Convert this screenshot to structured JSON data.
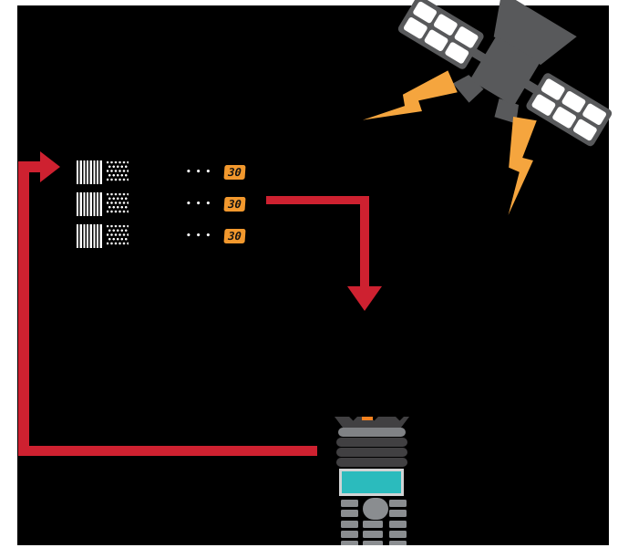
{
  "diagram": {
    "type": "satellite-communication-figure",
    "background": "#000000",
    "margin_color": "#ffffff"
  },
  "colors": {
    "arrow_red": "#ce2130",
    "signal_orange": "#f5a53e",
    "badge_orange": "#f2982d",
    "satellite_gray": "#58595b",
    "phone_dark": "#414042",
    "phone_light_bar": "#808285",
    "key_gray": "#8a8d90",
    "screen_teal": "#2bbbbd",
    "screen_frame": "#d1d3d4",
    "code_white": "#ffffff",
    "phone_led_orange": "#f58220"
  },
  "icons": {
    "satellite": "satellite-icon",
    "signal_upper": "lightning-bolt-icon",
    "signal_lower": "lightning-bolt-icon",
    "phone": "satellite-phone-icon",
    "codes": "barcode-and-dot-matrix-icons"
  },
  "rows": [
    {
      "ellipsis": "•••",
      "timer": "30"
    },
    {
      "ellipsis": "•••",
      "timer": "30"
    },
    {
      "ellipsis": "•••",
      "timer": "30"
    }
  ]
}
